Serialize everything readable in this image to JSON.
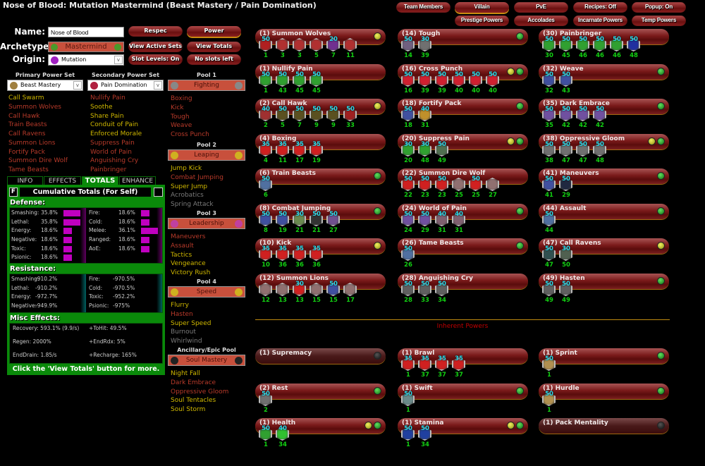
{
  "window_title": "Nose of Blood: Mutation Mastermind (Beast Mastery / Pain Domination)",
  "top_buttons": [
    {
      "label": "Team Members"
    },
    {
      "label": "Villain",
      "selected": true
    },
    {
      "label": "PvE"
    },
    {
      "label": "Recipes: Off"
    },
    {
      "label": "Popup: On"
    }
  ],
  "top_buttons2": [
    {
      "label": "Prestige Powers"
    },
    {
      "label": "Accolades"
    },
    {
      "label": "Incarnate Powers"
    },
    {
      "label": "Temp Powers"
    }
  ],
  "character": {
    "name_label": "Name:",
    "name": "Nose of Blood",
    "archetype_label": "Archetype:",
    "archetype": "Mastermind",
    "origin_label": "Origin:",
    "origin": "Mutation"
  },
  "actions": [
    "Respec",
    "Power",
    "View Active Sets",
    "View Totals",
    "Slot Levels: On",
    "No slots left"
  ],
  "primary": {
    "label": "Primary Power Set",
    "value": "Beast Mastery",
    "items": [
      [
        "Call Swarm",
        "avail"
      ],
      [
        "Summon Wolves",
        "taken"
      ],
      [
        "Call Hawk",
        "taken"
      ],
      [
        "Train Beasts",
        "taken"
      ],
      [
        "Call Ravens",
        "taken"
      ],
      [
        "Summon Lions",
        "taken"
      ],
      [
        "Fortify Pack",
        "taken"
      ],
      [
        "Summon Dire Wolf",
        "taken"
      ],
      [
        "Tame Beasts",
        "taken"
      ]
    ]
  },
  "secondary": {
    "label": "Secondary Power Set",
    "value": "Pain Domination",
    "items": [
      [
        "Nullify Pain",
        "taken"
      ],
      [
        "Soothe",
        "avail"
      ],
      [
        "Share Pain",
        "avail"
      ],
      [
        "Conduit of Pain",
        "avail"
      ],
      [
        "Enforced Morale",
        "avail"
      ],
      [
        "Suppress Pain",
        "taken"
      ],
      [
        "World of Pain",
        "taken"
      ],
      [
        "Anguishing Cry",
        "taken"
      ],
      [
        "Painbringer",
        "taken"
      ]
    ]
  },
  "pools": [
    {
      "label": "Pool 1",
      "name": "Fighting",
      "icon": "#888",
      "items": [
        [
          "Boxing",
          "taken"
        ],
        [
          "Kick",
          "taken"
        ],
        [
          "Tough",
          "taken"
        ],
        [
          "Weave",
          "taken"
        ],
        [
          "Cross Punch",
          "taken"
        ]
      ]
    },
    {
      "label": "Pool 2",
      "name": "Leaping",
      "icon": "#d0b020",
      "items": [
        [
          "Jump Kick",
          "avail"
        ],
        [
          "Combat Jumping",
          "taken"
        ],
        [
          "Super Jump",
          "avail"
        ],
        [
          "Acrobatics",
          "na"
        ],
        [
          "Spring Attack",
          "na"
        ]
      ]
    },
    {
      "label": "Pool 3",
      "name": "Leadership",
      "icon": "#c040a0",
      "items": [
        [
          "Maneuvers",
          "taken"
        ],
        [
          "Assault",
          "taken"
        ],
        [
          "Tactics",
          "avail"
        ],
        [
          "Vengeance",
          "avail"
        ],
        [
          "Victory Rush",
          "avail"
        ]
      ]
    },
    {
      "label": "Pool 4",
      "name": "Speed",
      "icon": "#d0b020",
      "items": [
        [
          "Flurry",
          "avail"
        ],
        [
          "Hasten",
          "taken"
        ],
        [
          "Super Speed",
          "avail"
        ],
        [
          "Burnout",
          "na"
        ],
        [
          "Whirlwind",
          "na"
        ]
      ]
    },
    {
      "label": "Ancillary/Epic Pool",
      "name": "Soul Mastery",
      "icon": "#222",
      "items": [
        [
          "Night Fall",
          "avail"
        ],
        [
          "Dark Embrace",
          "taken"
        ],
        [
          "Oppressive Gloom",
          "taken"
        ],
        [
          "Soul Tentacles",
          "avail"
        ],
        [
          "Soul Storm",
          "avail"
        ]
      ]
    }
  ],
  "tabs": [
    "INFO",
    "EFFECTS",
    "TOTALS",
    "ENHANCE"
  ],
  "totals": {
    "f_label": "F",
    "title": "Cumulative Totals (For Self)",
    "defense_label": "Defense:",
    "defense_left": [
      [
        "Smashing:",
        "35.8%",
        35.8
      ],
      [
        "Lethal:",
        "35.8%",
        35.8
      ],
      [
        "Energy:",
        "18.6%",
        18.6
      ],
      [
        "Negative:",
        "18.6%",
        18.6
      ],
      [
        "Toxic:",
        "18.6%",
        18.6
      ],
      [
        "Psionic:",
        "18.6%",
        18.6
      ]
    ],
    "defense_right": [
      [
        "Fire:",
        "18.6%",
        18.6
      ],
      [
        "Cold:",
        "18.6%",
        18.6
      ],
      [
        "Melee:",
        "36.1%",
        36.1
      ],
      [
        "Ranged:",
        "18.6%",
        18.6
      ],
      [
        "AoE:",
        "18.6%",
        18.6
      ]
    ],
    "resistance_label": "Resistance:",
    "resistance_left": [
      [
        "Smashing:",
        "-910.2%"
      ],
      [
        "Lethal:",
        "-910.2%"
      ],
      [
        "Energy:",
        "-972.7%"
      ],
      [
        "Negative:",
        "-949.9%"
      ]
    ],
    "resistance_right": [
      [
        "Fire:",
        "-970.5%"
      ],
      [
        "Cold:",
        "-970.5%"
      ],
      [
        "Toxic:",
        "-952.2%"
      ],
      [
        "Psionic:",
        "-975%"
      ]
    ],
    "misc_label": "Misc Effects:",
    "misc": [
      "Recovery: 593.1% (9.9/s)",
      "+ToHit: 49.5%",
      "Regen: 2000%",
      "+EndRdx: 5%",
      "EndDrain: 1.85/s",
      "+Recharge: 165%"
    ],
    "footer": "Click the 'View Totals' button for more."
  },
  "inherent_label": "Inherent Powers",
  "colors": {
    "avail": "#d0b800",
    "taken": "#b83a2a",
    "unavailable": "#7a7a7a",
    "panel": "#0a8a0a",
    "slot_level": "#2ad8e8",
    "enh_level": "#12d012"
  },
  "powers": [
    [
      {
        "name": "(1) Summon Wolves",
        "dots": [
          "yellow"
        ],
        "slots": [
          [
            "50",
            "1",
            "#b02020"
          ],
          [
            "",
            "3",
            "#b03030"
          ],
          [
            "",
            "3",
            "#b03030"
          ],
          [
            "",
            "5",
            "#b03030"
          ],
          [
            "20",
            "7",
            "#703090"
          ],
          [
            "",
            "11",
            "#b03030"
          ]
        ]
      },
      {
        "name": "(1) Nullify Pain",
        "dots": [],
        "slots": [
          [
            "50",
            "1",
            "#30a030"
          ],
          [
            "50",
            "43",
            "#30a030"
          ],
          [
            "50",
            "45",
            "#30a030"
          ],
          [
            "50",
            "45",
            "#30a030"
          ]
        ]
      },
      {
        "name": "(2) Call Hawk",
        "dots": [
          "yellow"
        ],
        "slots": [
          [
            "40",
            "2",
            "#a03030"
          ],
          [
            "50",
            "5",
            "#5a5020"
          ],
          [
            "50",
            "7",
            "#5a5020"
          ],
          [
            "50",
            "9",
            "#5a5020"
          ],
          [
            "50",
            "9",
            "#5a5020"
          ],
          [
            "50",
            "33",
            "#a02020"
          ]
        ]
      },
      {
        "name": "(4) Boxing",
        "dots": [],
        "slots": [
          [
            "35",
            "4",
            "#d02020"
          ],
          [
            "35",
            "11",
            "#d02020"
          ],
          [
            "35",
            "17",
            "#d02020"
          ],
          [
            "35",
            "19",
            "#d02020"
          ]
        ]
      },
      {
        "name": "(6) Train Beasts",
        "dots": [
          "green"
        ],
        "slots": [
          [
            "50",
            "6",
            "#5070a0"
          ]
        ]
      },
      {
        "name": "(8) Combat Jumping",
        "dots": [
          "green"
        ],
        "slots": [
          [
            "50",
            "8",
            "#4050a0"
          ],
          [
            "50",
            "19",
            "#4050a0"
          ],
          [
            "30",
            "21",
            "#6a8a50"
          ],
          [
            "50",
            "21",
            "#333"
          ],
          [
            "50",
            "27",
            "#705090"
          ]
        ]
      },
      {
        "name": "(10) Kick",
        "dots": [
          "yellow"
        ],
        "slots": [
          [
            "35",
            "10",
            "#d02020"
          ],
          [
            "35",
            "36",
            "#d02020"
          ],
          [
            "35",
            "36",
            "#d02020"
          ],
          [
            "35",
            "36",
            "#d02020"
          ]
        ]
      },
      {
        "name": "(12) Summon Lions",
        "dots": [],
        "slots": [
          [
            "",
            "12",
            "#907070"
          ],
          [
            "",
            "13",
            "#907070"
          ],
          [
            "30",
            "13",
            "#d02020"
          ],
          [
            "",
            "15",
            "#907070"
          ],
          [
            "50",
            "15",
            "#4050a0"
          ],
          [
            "",
            "17",
            "#907070"
          ]
        ]
      }
    ],
    [
      {
        "name": "(14) Tough",
        "dots": [
          "green"
        ],
        "slots": [
          [
            "50",
            "14",
            "#706080"
          ],
          [
            "30",
            "39",
            "#707070"
          ]
        ]
      },
      {
        "name": "(16) Cross Punch",
        "dots": [
          "yellow",
          "green"
        ],
        "slots": [
          [
            "50",
            "16",
            "#d02030"
          ],
          [
            "50",
            "39",
            "#d02030"
          ],
          [
            "50",
            "39",
            "#d02030"
          ],
          [
            "50",
            "40",
            "#d02030"
          ],
          [
            "50",
            "40",
            "#d02030"
          ],
          [
            "50",
            "40",
            "#d02030"
          ]
        ]
      },
      {
        "name": "(18) Fortify Pack",
        "dots": [
          "green"
        ],
        "slots": [
          [
            "50",
            "18",
            "#4050a0"
          ],
          [
            "40",
            "31",
            "#c0902a"
          ]
        ]
      },
      {
        "name": "(20) Suppress Pain",
        "dots": [
          "yellow",
          "green"
        ],
        "slots": [
          [
            "30",
            "20",
            "#30a030"
          ],
          [
            "30",
            "48",
            "#30a030"
          ],
          [
            "50",
            "49",
            "#507050"
          ]
        ]
      },
      {
        "name": "(22) Summon Dire Wolf",
        "dots": [],
        "slots": [
          [
            "50",
            "22",
            "#d02020"
          ],
          [
            "50",
            "23",
            "#d02020"
          ],
          [
            "50",
            "23",
            "#d02020"
          ],
          [
            "",
            "25",
            "#907070"
          ],
          [
            "50",
            "25",
            "#d02020"
          ],
          [
            "",
            "27",
            "#907070"
          ]
        ]
      },
      {
        "name": "(24) World of Pain",
        "dots": [
          "green"
        ],
        "slots": [
          [
            "50",
            "24",
            "#7050a0"
          ],
          [
            "50",
            "29",
            "#7050a0"
          ],
          [
            "40",
            "31",
            "#806070"
          ],
          [
            "40",
            "31",
            "#806070"
          ]
        ]
      },
      {
        "name": "(26) Tame Beasts",
        "dots": [
          "green"
        ],
        "slots": [
          [
            "50",
            "26",
            "#5070a0"
          ]
        ]
      },
      {
        "name": "(28) Anguishing Cry",
        "dots": [],
        "slots": [
          [
            "50",
            "28",
            "#606060"
          ],
          [
            "50",
            "33",
            "#606060"
          ],
          [
            "50",
            "34",
            "#606060"
          ]
        ]
      }
    ],
    [
      {
        "name": "(30) Painbringer",
        "dots": [],
        "slots": [
          [
            "50",
            "30",
            "#30a030"
          ],
          [
            "50",
            "45",
            "#30a030"
          ],
          [
            "50",
            "46",
            "#30a030"
          ],
          [
            "50",
            "46",
            "#30a030"
          ],
          [
            "50",
            "46",
            "#30a030"
          ],
          [
            "50",
            "48",
            "#2030a0"
          ]
        ]
      },
      {
        "name": "(32) Weave",
        "dots": [
          "green"
        ],
        "slots": [
          [
            "50",
            "32",
            "#4050a0"
          ],
          [
            "50",
            "43",
            "#4050a0"
          ]
        ]
      },
      {
        "name": "(35) Dark Embrace",
        "dots": [
          "green"
        ],
        "slots": [
          [
            "50",
            "35",
            "#7050a0"
          ],
          [
            "50",
            "42",
            "#7050a0"
          ],
          [
            "50",
            "42",
            "#7050a0"
          ],
          [
            "50",
            "42",
            "#7050a0"
          ]
        ]
      },
      {
        "name": "(38) Oppressive Gloom",
        "dots": [
          "yellow",
          "green"
        ],
        "slots": [
          [
            "50",
            "38",
            "#707070"
          ],
          [
            "50",
            "47",
            "#707070"
          ],
          [
            "50",
            "47",
            "#707070"
          ],
          [
            "50",
            "48",
            "#707070"
          ]
        ]
      },
      {
        "name": "(41) Maneuvers",
        "dots": [
          "green"
        ],
        "slots": [
          [
            "50",
            "41",
            "#4050a0"
          ],
          [
            "50",
            "29",
            "#202840"
          ]
        ]
      },
      {
        "name": "(44) Assault",
        "dots": [
          "green"
        ],
        "slots": [
          [
            "50",
            "44",
            "#5070a0"
          ]
        ]
      },
      {
        "name": "(47) Call Ravens",
        "dots": [
          "yellow"
        ],
        "slots": [
          [
            "50",
            "47",
            "#305050"
          ],
          [
            "30",
            "50",
            "#506050"
          ]
        ]
      },
      {
        "name": "(49) Hasten",
        "dots": [
          "green"
        ],
        "slots": [
          [
            "50",
            "49",
            "#606060"
          ],
          [
            "50",
            "49",
            "#606060"
          ]
        ]
      }
    ]
  ],
  "inherent": [
    [
      {
        "name": "(1) Supremacy",
        "dots": [
          "black"
        ],
        "untaken": true,
        "slots": []
      },
      {
        "name": "(2) Rest",
        "dots": [
          "green"
        ],
        "slots": [
          [
            "50",
            "2",
            "#707070"
          ]
        ]
      },
      {
        "name": "(1) Health",
        "dots": [
          "yellow",
          "green"
        ],
        "slots": [
          [
            "50",
            "1",
            "#30a030"
          ],
          [
            "40",
            "34",
            "#30c030"
          ]
        ]
      }
    ],
    [
      {
        "name": "(1) Brawl",
        "dots": [],
        "slots": [
          [
            "35",
            "1",
            "#d02020"
          ],
          [
            "35",
            "37",
            "#d02020"
          ],
          [
            "35",
            "37",
            "#d02020"
          ],
          [
            "35",
            "37",
            "#d02020"
          ]
        ]
      },
      {
        "name": "(1) Swift",
        "dots": [
          "green"
        ],
        "slots": [
          [
            "50",
            "1",
            "#6a8a8a"
          ]
        ]
      },
      {
        "name": "(1) Stamina",
        "dots": [
          "yellow",
          "green"
        ],
        "slots": [
          [
            "50",
            "1",
            "#2040a0"
          ],
          [
            "50",
            "34",
            "#2040a0"
          ]
        ]
      }
    ],
    [
      {
        "name": "(1) Sprint",
        "dots": [
          "green"
        ],
        "slots": [
          [
            "50",
            "1",
            "#b09050"
          ]
        ]
      },
      {
        "name": "(1) Hurdle",
        "dots": [
          "green"
        ],
        "slots": [
          [
            "50",
            "1",
            "#b09050"
          ]
        ]
      },
      {
        "name": "(1) Pack Mentality",
        "dots": [
          "black"
        ],
        "untaken": true,
        "slots": []
      }
    ]
  ]
}
